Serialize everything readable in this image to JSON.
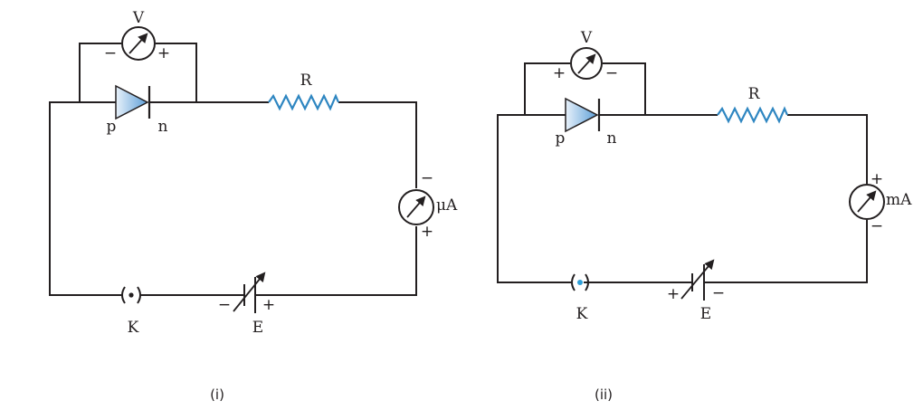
{
  "circuits": [
    {
      "caption": "(i)",
      "voltmeter": {
        "label": "V",
        "left_sign": "−",
        "right_sign": "+"
      },
      "diode": {
        "anode_label": "p",
        "cathode_label": "n"
      },
      "resistor": {
        "label": "R"
      },
      "ammeter": {
        "label": "μA",
        "top_sign": "−",
        "bottom_sign": "+"
      },
      "key": {
        "label": "K"
      },
      "battery": {
        "label": "E",
        "left_sign": "−",
        "right_sign": "+"
      }
    },
    {
      "caption": "(ii)",
      "voltmeter": {
        "label": "V",
        "left_sign": "+",
        "right_sign": "−"
      },
      "diode": {
        "anode_label": "p",
        "cathode_label": "n"
      },
      "resistor": {
        "label": "R"
      },
      "ammeter": {
        "label": "mA",
        "top_sign": "+",
        "bottom_sign": "−"
      },
      "key": {
        "label": "K"
      },
      "battery": {
        "label": "E",
        "left_sign": "+",
        "right_sign": "−"
      }
    }
  ],
  "colors": {
    "diode_fill_light": "#e8f1fa",
    "diode_fill_dark": "#5d9fd8",
    "resistor": "#2e86c1",
    "key_dot_ii": "#2e9fd8",
    "wire": "#231f20"
  }
}
